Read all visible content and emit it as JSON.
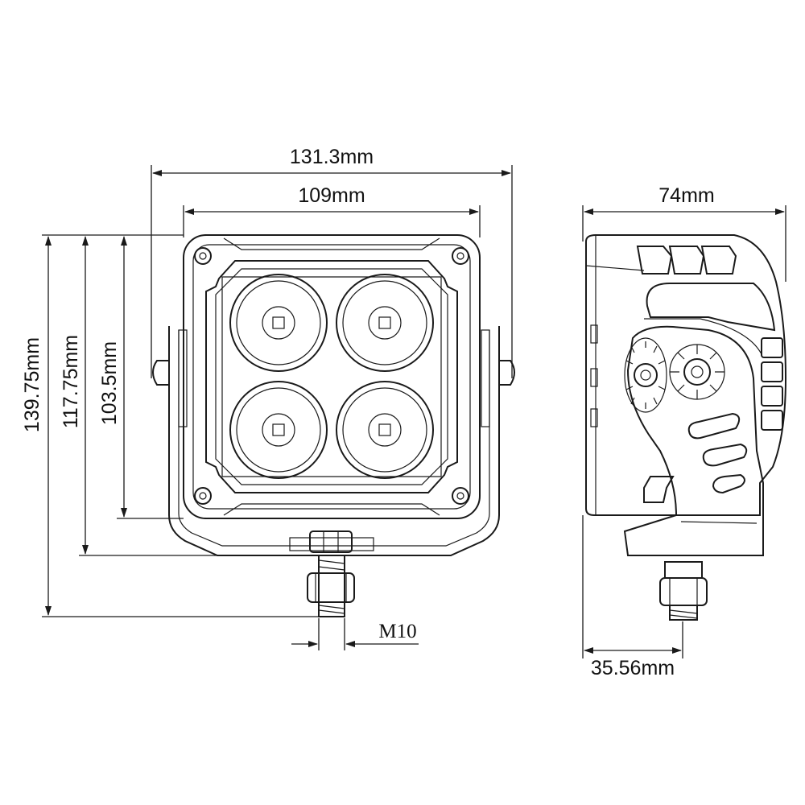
{
  "dimensions": {
    "overall_width": "131.3mm",
    "housing_width": "109mm",
    "side_depth": "74mm",
    "overall_height": "139.75mm",
    "bracket_height": "117.75mm",
    "housing_height": "103.5mm",
    "thread_size": "M10",
    "bolt_offset": "35.56mm"
  },
  "colors": {
    "line": "#1a1a1a",
    "background": "#ffffff"
  }
}
